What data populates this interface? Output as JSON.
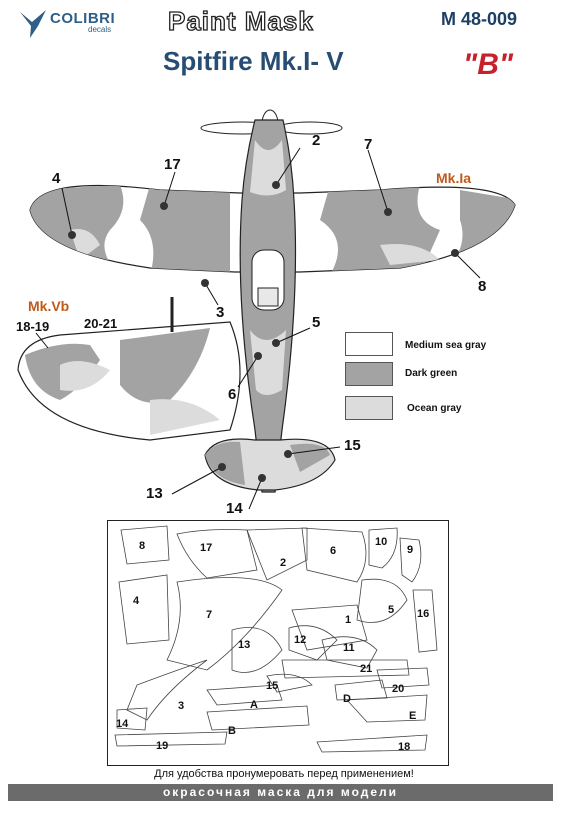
{
  "brand": {
    "name": "COLIBRI",
    "sub": "decals"
  },
  "header": {
    "title": "Paint Mask",
    "code": "M 48-009",
    "model": "Spitfire Mk.I- V",
    "version": "\"B\""
  },
  "variants": {
    "mk1a": "Mk.Ia",
    "mk5b": "Mk.Vb"
  },
  "callouts": {
    "c2": "2",
    "c7": "7",
    "c17": "17",
    "c4": "4",
    "c8": "8",
    "c3": "3",
    "c5": "5",
    "c6": "6",
    "c15": "15",
    "c13": "13",
    "c14": "14",
    "c18_19": "18-19",
    "c20_21": "20-21"
  },
  "legend": [
    {
      "label": "Medium sea gray",
      "color": "#ffffff"
    },
    {
      "label": "Dark green",
      "color": "#a3a3a3"
    },
    {
      "label": "Ocean gray",
      "color": "#dcdcdc"
    }
  ],
  "sheet": {
    "n8": "8",
    "n17": "17",
    "n2": "2",
    "n6": "6",
    "n10": "10",
    "n9": "9",
    "n4": "4",
    "n7": "7",
    "n1": "1",
    "n5": "5",
    "n16": "16",
    "n13": "13",
    "n12": "12",
    "n11": "11",
    "n21": "21",
    "n15": "15",
    "n20": "20",
    "nD": "D",
    "n3": "3",
    "nA": "A",
    "nE": "E",
    "n14": "14",
    "nB": "B",
    "n19": "19",
    "n18": "18"
  },
  "note": "Для удобства пронумеровать перед применением!",
  "footer": "окрасочная маска для модели",
  "colors": {
    "camo_dark": "#a3a3a3",
    "camo_light": "#dcdcdc",
    "brand_blue": "#2f5f86",
    "accent_red": "#c8202a"
  }
}
